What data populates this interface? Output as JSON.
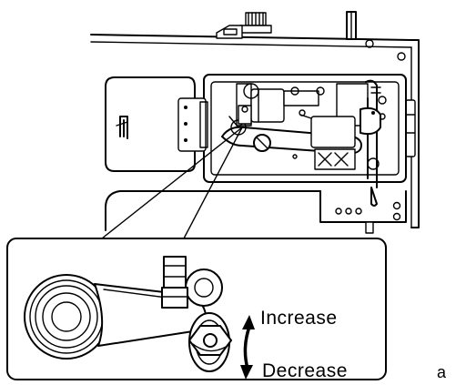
{
  "labels": {
    "increase": "Increase",
    "decrease": "Decrease",
    "figure_letter": "a"
  },
  "colors": {
    "line": "#000000",
    "background": "#ffffff"
  },
  "icons": {
    "adjust_arrow": "double-headed-curved-arrow"
  }
}
